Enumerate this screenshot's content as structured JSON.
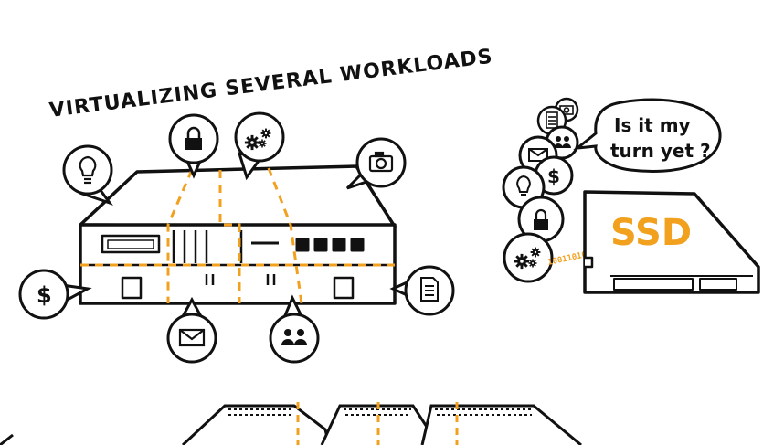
{
  "title": "VIRTUALIZING SEVERAL WORKLOADS",
  "speech_bubble": {
    "line1": "Is it my",
    "line2": "turn yet ?"
  },
  "ssd_label": "SSD",
  "binary_text": "100110101",
  "workload_icons": [
    "lightbulb-icon",
    "lock-icon",
    "gears-icon",
    "camera-icon",
    "dollar-icon",
    "document-icon",
    "envelope-icon",
    "people-icon"
  ],
  "queue_icons": [
    "camera-icon",
    "document-icon",
    "people-icon",
    "envelope-icon",
    "dollar-icon",
    "lightbulb-icon",
    "lock-icon",
    "gears-icon"
  ],
  "colors": {
    "accent": "#f2a11f",
    "ink": "#111111",
    "paper": "#ffffff"
  }
}
